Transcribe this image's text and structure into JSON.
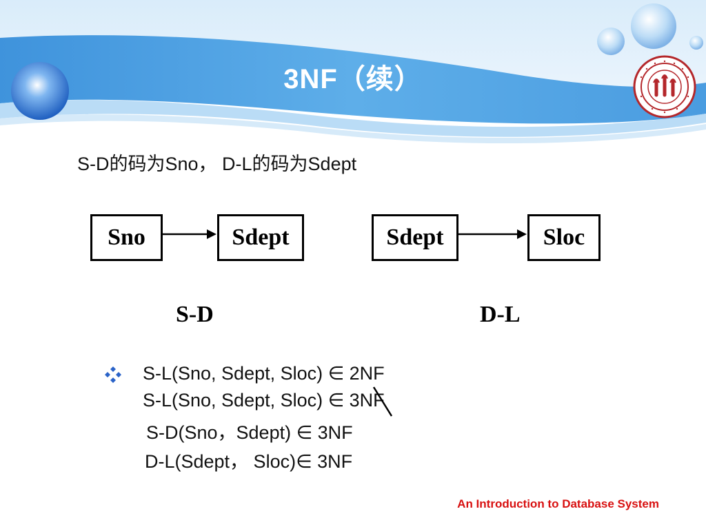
{
  "slide": {
    "title": "3NF（续）",
    "subtitle": "S-D的码为Sno， D-L的码为Sdept",
    "colors": {
      "header_blue": "#5aa8e6",
      "header_light": "#cfe7f9",
      "footer_red": "#d81010"
    }
  },
  "diagram": {
    "left_from": "Sno",
    "left_to": "Sdept",
    "left_label": "S-D",
    "right_from": "Sdept",
    "right_to": "Sloc",
    "right_label": "D-L"
  },
  "statements": {
    "bullet_icon": "diamond-bullet-icon",
    "s1": "S-L(Sno, Sdept, Sloc) ∈ 2NF",
    "s2": "S-L(Sno, Sdept, Sloc) ∈ 3NF",
    "s3": "S-D(Sno，Sdept) ∈ 3NF",
    "s4": "D-L(Sdept， Sloc)∈ 3NF"
  },
  "footer": {
    "text": "An Introduction to Database System"
  }
}
